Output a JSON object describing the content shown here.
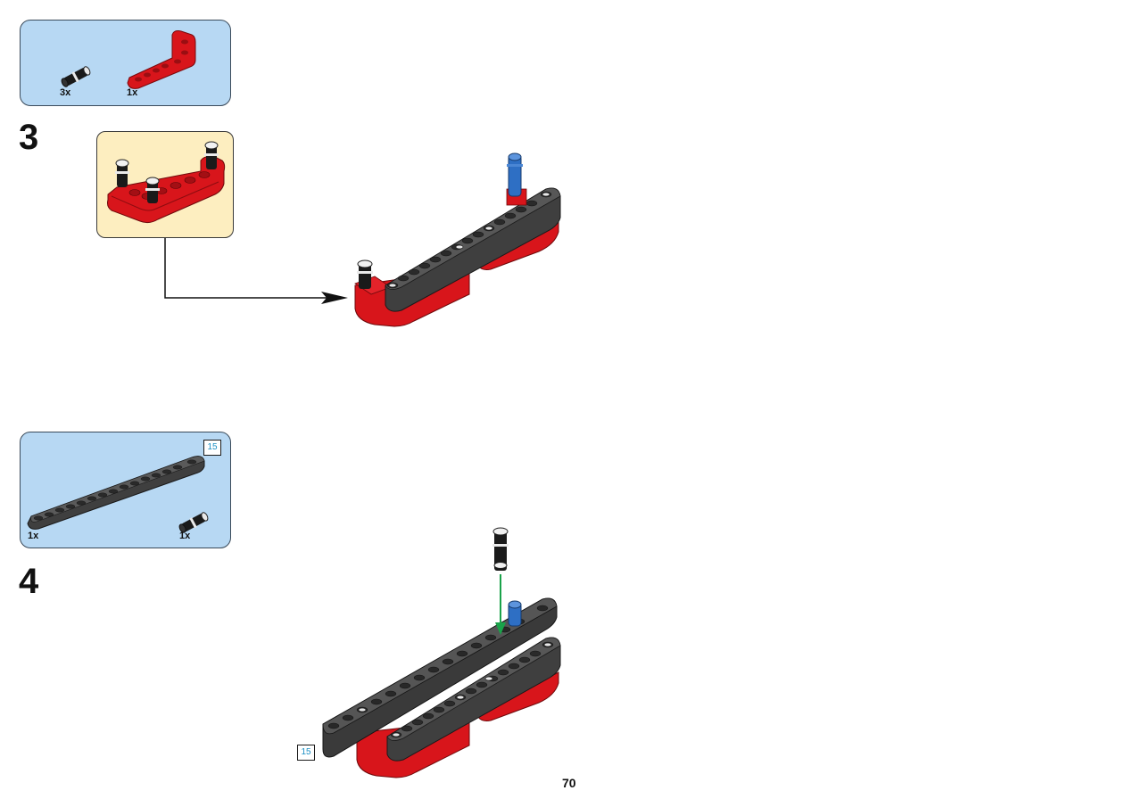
{
  "steps": [
    {
      "number": "3",
      "parts": [
        {
          "qty": "3x",
          "icon": "black-friction-pin-icon"
        },
        {
          "qty": "1x",
          "icon": "red-l-shaped-beam-icon"
        }
      ]
    },
    {
      "number": "4",
      "parts": [
        {
          "qty": "1x",
          "icon": "dark-gray-15-beam-icon"
        },
        {
          "qty": "1x",
          "icon": "black-friction-pin-icon"
        }
      ],
      "beam_length_label": "15"
    }
  ],
  "page_number": "70",
  "colors": {
    "parts_panel": "#b7d8f3",
    "subassembly_panel": "#fdeec0",
    "red_part": "#d8151b",
    "dark_gray_part": "#4a4a4a",
    "blue_pin": "#2e6fc4",
    "green_arrow": "#1aa24a",
    "length_badge_text": "#1b8fc4"
  }
}
